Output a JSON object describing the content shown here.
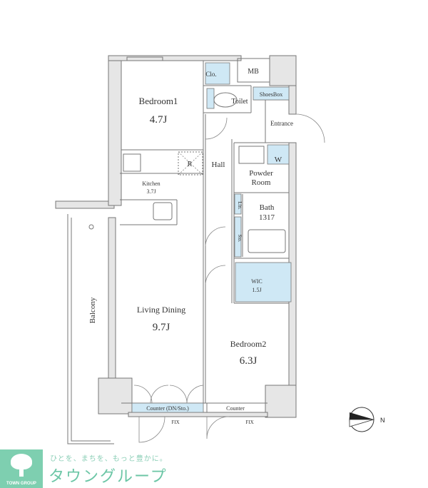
{
  "rooms": {
    "bedroom1": {
      "name": "Bedroom1",
      "size": "4.7J"
    },
    "closet": "Clo.",
    "mb": "MB",
    "toilet": "Toilet",
    "shoes_box": "ShoesBox",
    "entrance": "Entrance",
    "kitchen": {
      "name": "Kitchen",
      "size": "3.7J"
    },
    "refrigerator": "R",
    "hall": "Hall",
    "powder_room": {
      "line1": "Powder",
      "line2": "Room"
    },
    "washer": "W",
    "linen": "Lin.",
    "storage": "Sto.",
    "bath": {
      "name": "Bath",
      "size": "1317"
    },
    "wic": {
      "name": "WIC",
      "size": "1.5J"
    },
    "living_dining": {
      "name": "Living Dining",
      "size": "9.7J"
    },
    "bedroom2": {
      "name": "Bedroom2",
      "size": "6.3J"
    },
    "balcony": "Balcony",
    "counter_left": "Counter (DN/Sto.)",
    "counter_right": "Counter",
    "fix_left": "FIX",
    "fix_right": "FIX"
  },
  "compass": {
    "label": "N",
    "direction": "east"
  },
  "logo": {
    "english": "TOWN GROUP",
    "slogan": "ひとを、まちを、もっと豊かに。",
    "brand": "タウングループ"
  },
  "colors": {
    "storage_blue": "#cfe8f5",
    "brand_green": "#7ecfb0"
  }
}
